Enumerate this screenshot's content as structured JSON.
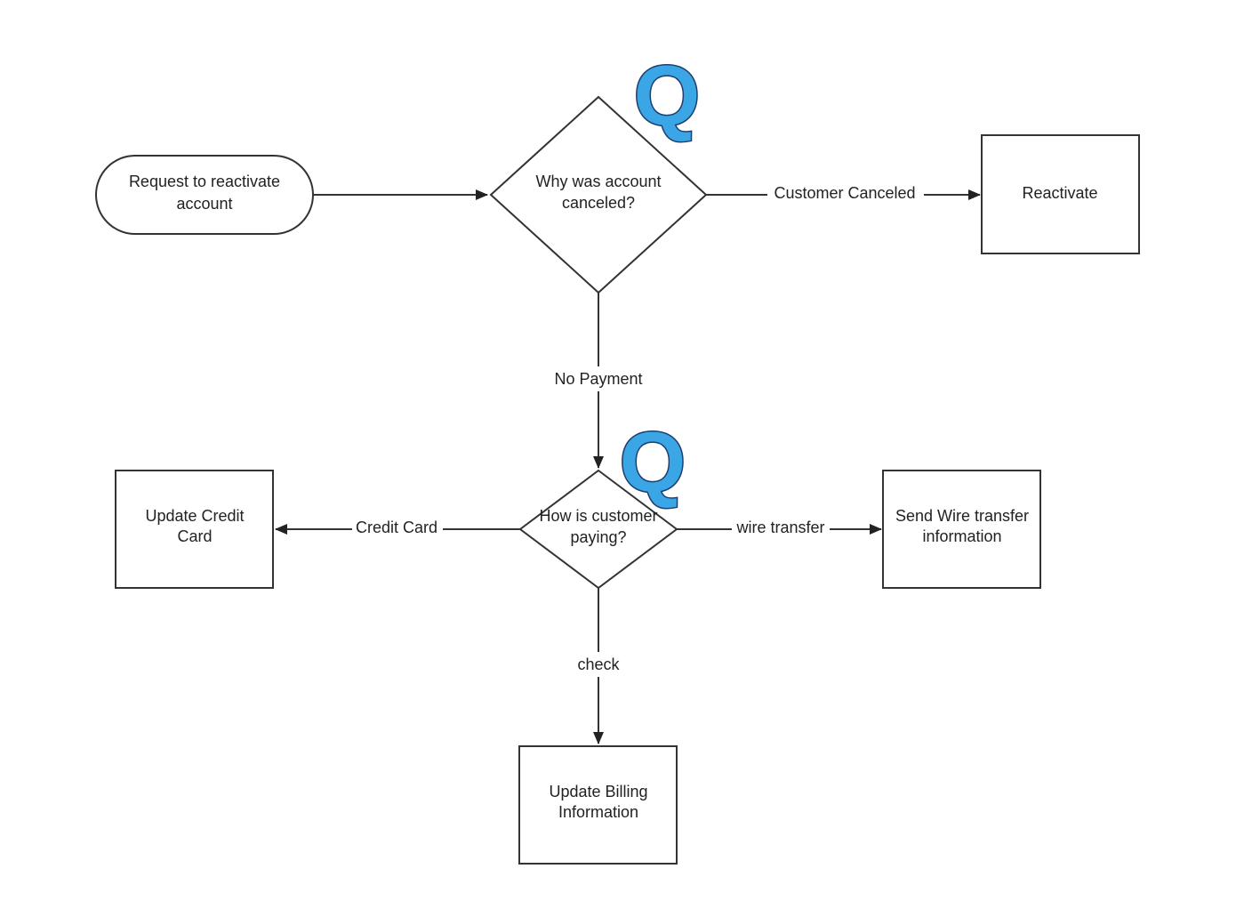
{
  "nodes": {
    "start": {
      "lines": [
        "Request to reactivate",
        "account"
      ]
    },
    "decision1": {
      "lines": [
        "Why was account",
        "canceled?"
      ]
    },
    "reactivate": {
      "lines": [
        "Reactivate"
      ]
    },
    "decision2": {
      "lines": [
        "How is customer",
        "paying?"
      ]
    },
    "update_credit": {
      "lines": [
        "Update Credit",
        "Card"
      ]
    },
    "wire": {
      "lines": [
        "Send Wire transfer",
        "information"
      ]
    },
    "billing": {
      "lines": [
        "Update Billing",
        "Information"
      ]
    }
  },
  "edges": {
    "customer_canceled": "Customer Canceled",
    "no_payment": "No Payment",
    "credit_card": "Credit Card",
    "wire_transfer": "wire transfer",
    "check": "check"
  },
  "markers": {
    "q1": "Q",
    "q2": "Q"
  },
  "colors": {
    "stroke": "#333333",
    "marker_fill": "#3aa6e6",
    "marker_outline": "#1f3e6e"
  }
}
